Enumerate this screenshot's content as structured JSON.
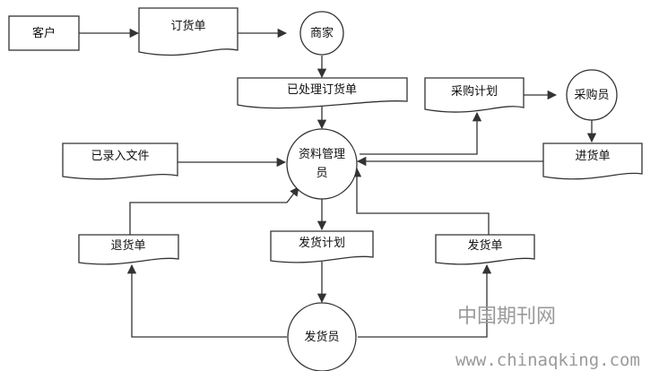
{
  "nodes": {
    "customer": "客户",
    "order": "订货单",
    "merchant": "商家",
    "processed_order": "已处理订货单",
    "purchase_plan": "采购计划",
    "buyer": "采购员",
    "recorded_file": "已录入文件",
    "data_manager_line1": "资料管理",
    "data_manager_line2": "员",
    "purchase_receipt": "进货单",
    "return_slip": "退货单",
    "shipping_plan": "发货计划",
    "shipping_slip": "发货单",
    "shipper": "发货员"
  },
  "watermark": {
    "cn": "中国期刊网",
    "url": "www.chinaqking.com"
  },
  "colors": {
    "stroke": "#333333",
    "fill": "#ffffff",
    "text": "#111111",
    "watermark": "#9a9a9a"
  }
}
